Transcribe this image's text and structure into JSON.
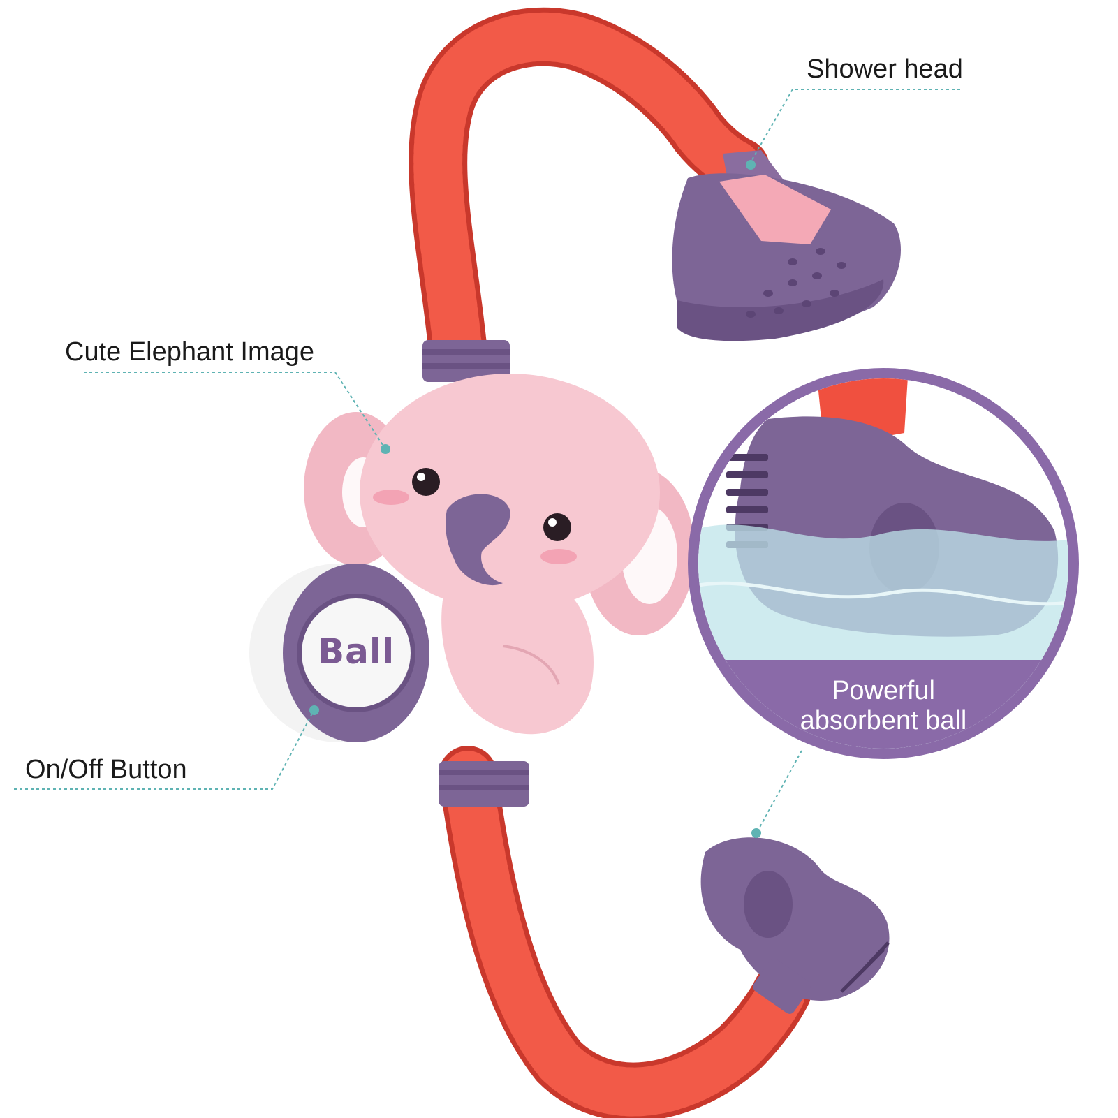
{
  "callouts": {
    "shower_head": "Shower head",
    "elephant": "Cute Elephant Image",
    "button": "On/Off Button"
  },
  "inset": {
    "line1": "Powerful",
    "line2": "absorbent ball"
  },
  "toy": {
    "button_text": "Ball"
  },
  "colors": {
    "hose": "#f0503f",
    "purple": "#7d6596",
    "pink": "#f7c8d1",
    "leader": "#5fb3b3",
    "water": "#bfe4ea"
  }
}
